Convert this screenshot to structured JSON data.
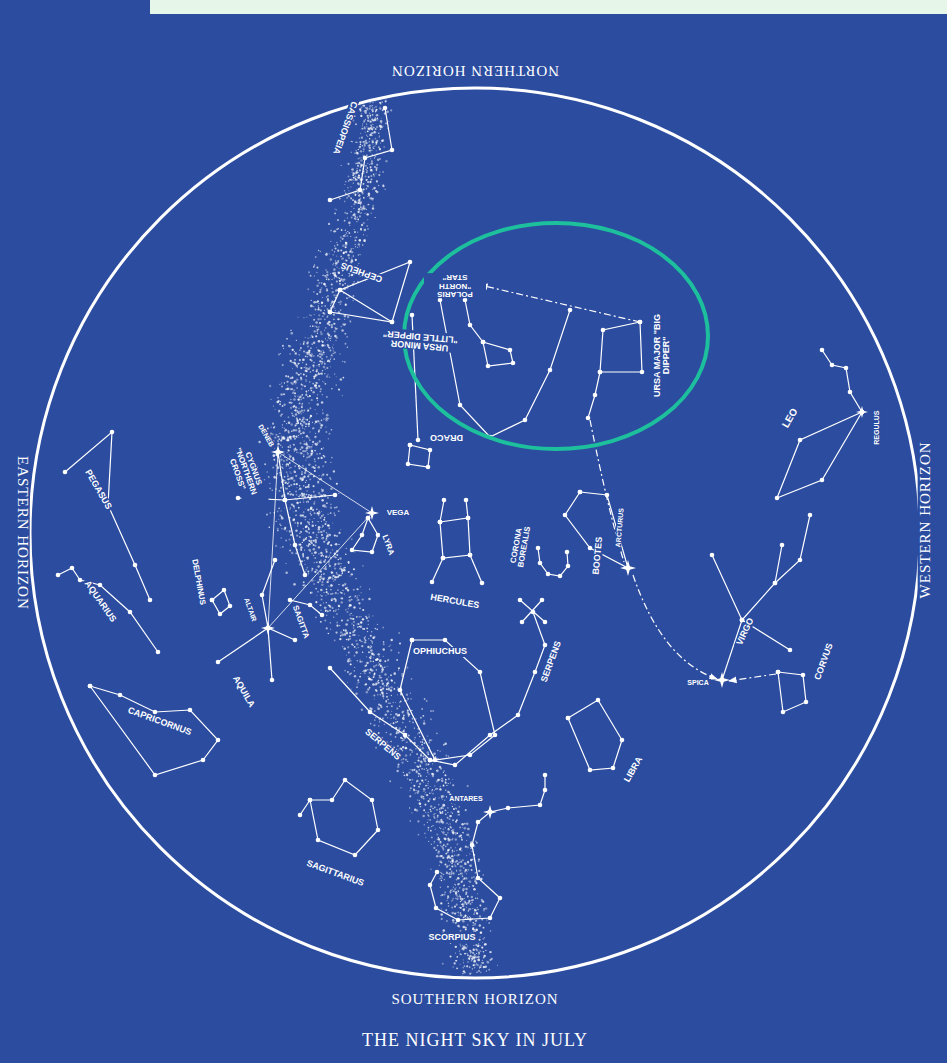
{
  "diagram": {
    "title": "THE NIGHT SKY IN JULY",
    "labels": [
      "NORTHERN HORIZON",
      "EASTERN HORIZON",
      "WESTERN HORIZON",
      "SOUTHERN HORIZON",
      "CASSIOPEIA",
      "CEPHEUS",
      "POLARIS \"NORTH STAR\"",
      "URSA MINOR \"LITTLE DIPPER\"",
      "URSA MAJOR \"BIG DIPPER\"",
      "DRACO",
      "LEO",
      "REGULUS",
      "DENEB",
      "CYGNUS \"NORTHERN CROSS\"",
      "VEGA",
      "LYRA",
      "CORONA BOREALIS",
      "HERCULES",
      "BOOTES",
      "ARCTURUS",
      "PEGASUS",
      "AQUARIUS",
      "DELPHINUS",
      "ALTAIR",
      "SAGITTA",
      "AQUILA",
      "OPHIUCHUS",
      "SERPENS",
      "VIRGO",
      "CORVUS",
      "SPICA",
      "CAPRICORNUS",
      "SERPENS",
      "LIBRA",
      "ANTARES",
      "SAGITTARIUS",
      "SCORPIUS"
    ]
  }
}
